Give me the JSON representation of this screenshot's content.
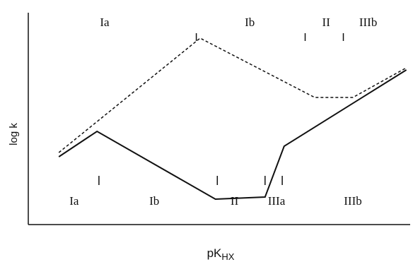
{
  "chart_data": {
    "type": "line",
    "xlabel": "pK",
    "xlabel_sub": "HX",
    "ylabel": "log k",
    "grid": false,
    "x_range": [
      0,
      100
    ],
    "y_range": [
      0,
      100
    ],
    "series": [
      {
        "style": "solid",
        "points": [
          [
            8,
            32
          ],
          [
            18,
            44
          ],
          [
            49,
            12
          ],
          [
            62,
            13
          ],
          [
            67,
            37
          ],
          [
            99,
            73
          ]
        ]
      },
      {
        "style": "dashed",
        "points": [
          [
            8,
            34
          ],
          [
            45,
            88
          ],
          [
            75,
            60
          ],
          [
            85,
            60
          ],
          [
            99,
            74
          ]
        ]
      }
    ],
    "annotations_top": [
      {
        "text": "Ia",
        "x": 20
      },
      {
        "text": "Ib",
        "x": 58
      },
      {
        "text": "II",
        "x": 78
      },
      {
        "text": "IIIb",
        "x": 89
      }
    ],
    "tick_marks_top": [
      44,
      72.5,
      82.5
    ],
    "annotations_bottom": [
      {
        "text": "Ia",
        "x": 12
      },
      {
        "text": "Ib",
        "x": 33
      },
      {
        "text": "II",
        "x": 54
      },
      {
        "text": "IIIa",
        "x": 65
      },
      {
        "text": "IIIb",
        "x": 85
      }
    ],
    "tick_marks_bottom": [
      18.5,
      49.5,
      62,
      66.5
    ]
  }
}
